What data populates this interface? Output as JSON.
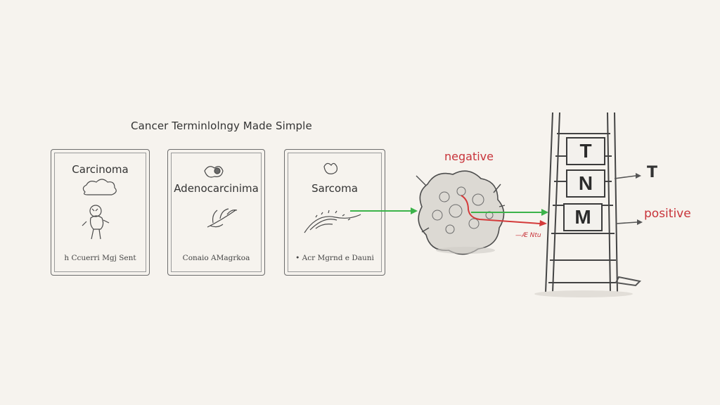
{
  "title": "Cancer Terminlolngy Made Simple",
  "cards": [
    {
      "title": "Carcinoma",
      "caption": "h Ccuerri Mgj Sent"
    },
    {
      "title": "Adenocarcinima",
      "caption": "Conaio AMagrkoa"
    },
    {
      "title": "Sarcoma",
      "caption": "• Acr Mgrnd e Dauni"
    }
  ],
  "labels": {
    "negative": "negative",
    "positive": "positive",
    "t_label": "T",
    "small_note": "—Æ Ntu"
  },
  "ladder": {
    "letters": [
      "T",
      "N",
      "M"
    ]
  },
  "colors": {
    "green_arrow": "#3cb34a",
    "red_arrow": "#d43a3a",
    "pencil": "#4a4a4a",
    "background": "#f6f3ee"
  },
  "icons": [
    "cloud-icon",
    "cell-cluster-icon",
    "figure-icon",
    "flower-icon",
    "branch-icon",
    "tissue-icon",
    "tumor-icon",
    "ladder-icon"
  ]
}
